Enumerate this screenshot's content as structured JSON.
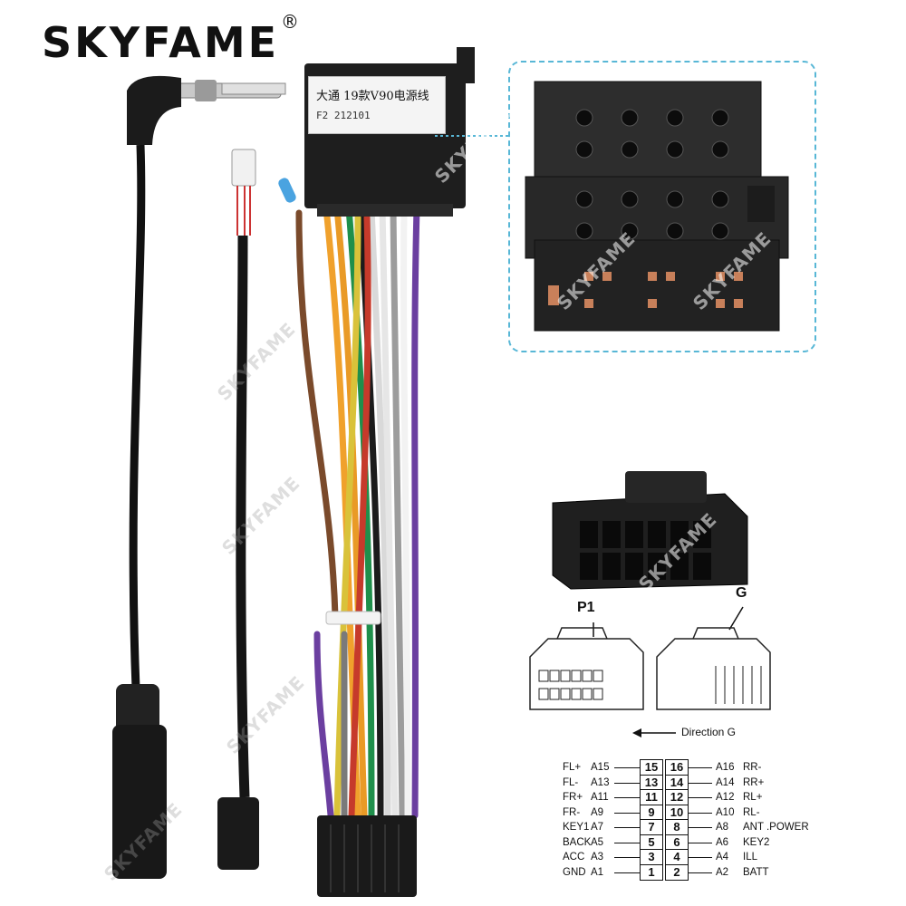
{
  "brand": {
    "name": "SKYFAME",
    "registered": "®"
  },
  "watermark": "SKYFAME",
  "harness_label": {
    "line1": "大通 19款V90电源线",
    "line2": "F2 212101"
  },
  "diagram": {
    "connector_p1": "P1",
    "connector_g": "G",
    "direction": "Direction G",
    "left_pins": [
      {
        "func": "FL+",
        "code": "A15",
        "num": "15"
      },
      {
        "func": "FL-",
        "code": "A13",
        "num": "13"
      },
      {
        "func": "FR+",
        "code": "A11",
        "num": "11"
      },
      {
        "func": "FR-",
        "code": "A9",
        "num": "9"
      },
      {
        "func": "KEY1",
        "code": "A7",
        "num": "7"
      },
      {
        "func": "BACK",
        "code": "A5",
        "num": "5"
      },
      {
        "func": "ACC",
        "code": "A3",
        "num": "3"
      },
      {
        "func": "GND",
        "code": "A1",
        "num": "1"
      }
    ],
    "right_pins": [
      {
        "num": "16",
        "code": "A16",
        "func": "RR-"
      },
      {
        "num": "14",
        "code": "A14",
        "func": "RR+"
      },
      {
        "num": "12",
        "code": "A12",
        "func": "RL+"
      },
      {
        "num": "10",
        "code": "A10",
        "func": "RL-"
      },
      {
        "num": "8",
        "code": "A8",
        "func": "ANT .POWER"
      },
      {
        "num": "6",
        "code": "A6",
        "func": "KEY2"
      },
      {
        "num": "4",
        "code": "A4",
        "func": "ILL"
      },
      {
        "num": "2",
        "code": "A2",
        "func": "BATT"
      }
    ]
  }
}
